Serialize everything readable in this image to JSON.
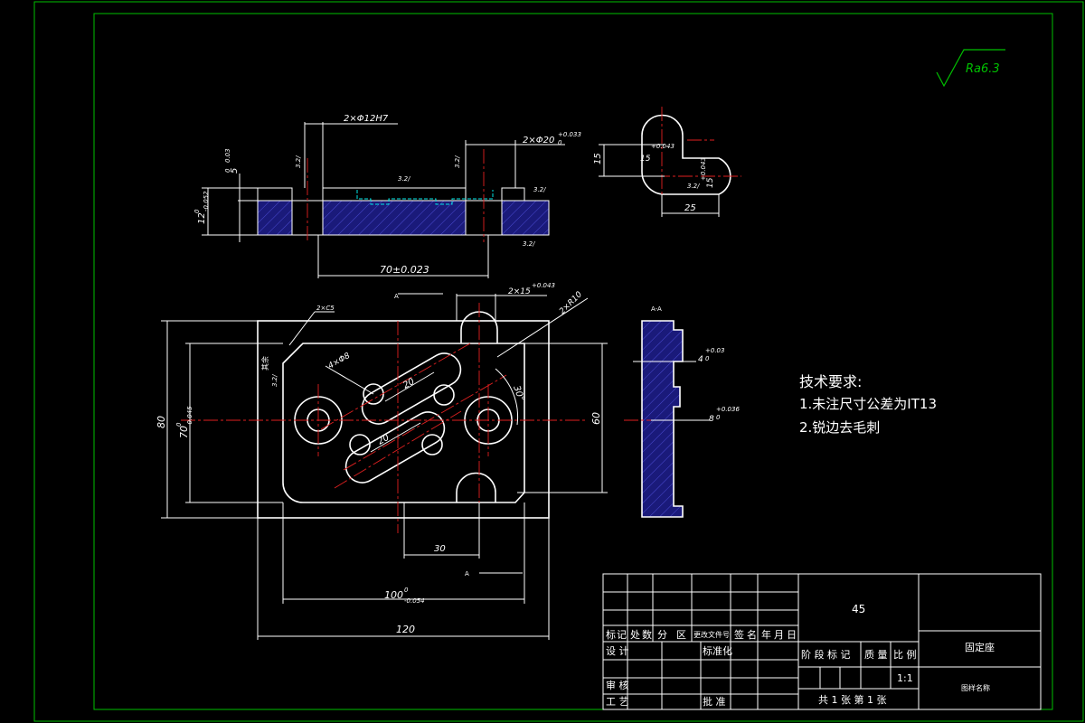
{
  "colors": {
    "background": "#000000",
    "frame": "#00c000",
    "outline": "#ffffff",
    "centerline": "#e02020",
    "section_fill": "#1a1a7a",
    "hidden_line": "#00e5e5",
    "roughness": "#00c000"
  },
  "roughness_symbol": "Ra6.3",
  "section_view": {
    "hole_label": "2×Φ12H7",
    "hole2_label": "2×Φ20",
    "hole2_tol": "+0.033",
    "hole2_tol_zero": "0",
    "depth_label": "5",
    "depth_tol_upper": "0.03",
    "depth_tol_zero": "0",
    "height_label": "12",
    "height_tol": "-0.052",
    "height_tol_zero": "0",
    "spacing_label": "70±0.023",
    "rough_left": "3.2/",
    "rough_mid": "3.2/",
    "rough_right": "3.2/",
    "rough_small": "3.2/",
    "rough_bottom": "3.2/"
  },
  "slot_detail": {
    "width_label": "15",
    "width_tol": "+0.043",
    "height_label": "15",
    "height_tol": "+0.043",
    "rough": "3.2/",
    "length_label": "25",
    "side_label": "15"
  },
  "plan_view": {
    "chamfer_label": "2×C5",
    "slot_label": "2×15",
    "slot_tol": "+0.043",
    "slot_tol_zero": "0",
    "radius_label": "2×R10",
    "holes_label": "4×Φ8",
    "pitch_label": "20",
    "pitch_label2": "20",
    "angle_label": "30°",
    "height_label": "80",
    "inner_height_label": "70",
    "inner_height_tol": "-0.045",
    "inner_height_tol_zero": "0",
    "right_height_label": "60",
    "offset_label": "30",
    "inner_width_label": "100",
    "inner_width_tol": "-0.054",
    "inner_width_tol_zero": "0",
    "width_label": "120",
    "section_mark": "A",
    "section_mark_bottom": "A",
    "rough_side": "3.2/",
    "rough_side_text": "其余"
  },
  "side_view": {
    "title": "A-A",
    "dim1_label": "4",
    "dim1_tol": "+0.03",
    "dim1_tol_zero": "0",
    "dim2_label": "8",
    "dim2_tol": "+0.036",
    "dim2_tol_zero": "0"
  },
  "notes": {
    "heading": "技术要求:",
    "items": [
      "1.未注尺寸公差为IT13",
      "2.锐边去毛刺"
    ]
  },
  "title_block": {
    "material": "45",
    "rev_header": [
      "标",
      "记",
      "处",
      "数",
      "分",
      "区",
      "更改文件号",
      "签",
      "名",
      "年",
      "月",
      "日"
    ],
    "design": "设 计",
    "standardize": "标准化",
    "stage": "阶 段 标 记",
    "weight": "质 量",
    "scale_label": "比 例",
    "scale": "1:1",
    "audit": "审 核",
    "process": "工 艺",
    "approve": "批 准",
    "sheets": "共 1 张   第 1 张",
    "part_name": "固定座",
    "drawing_no": "图样名称"
  }
}
